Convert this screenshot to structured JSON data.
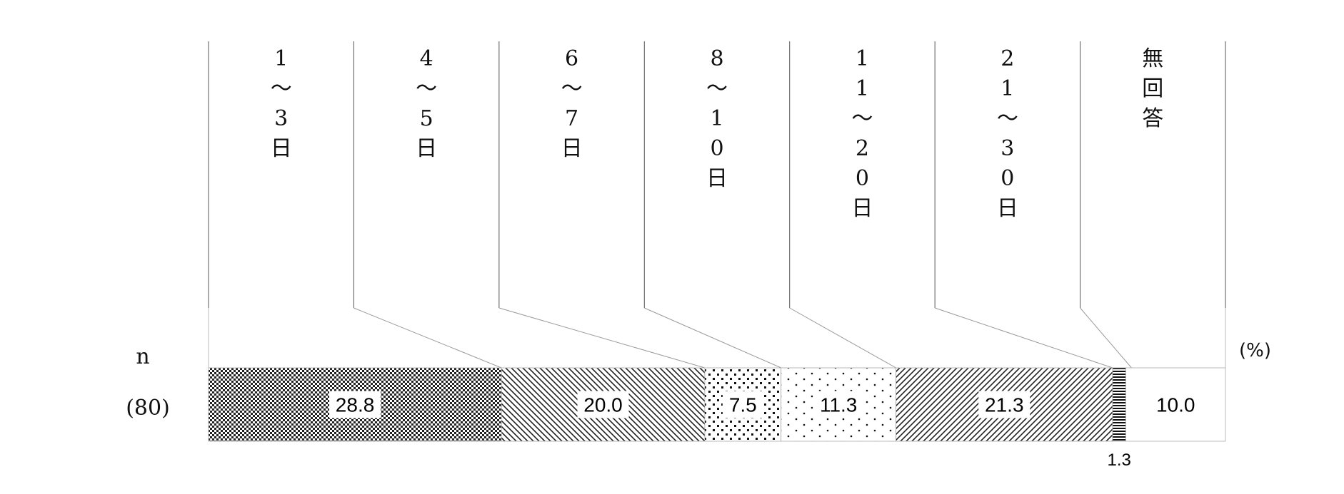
{
  "chart_data": {
    "type": "bar",
    "orientation": "horizontal-stacked-100",
    "n_header": "n",
    "unit": "(%)",
    "categories": [
      "1～3日",
      "4～5日",
      "6～7日",
      "8～10日",
      "11～20日",
      "21～30日",
      "無回答"
    ],
    "category_lines": [
      [
        "1",
        "〜",
        "3",
        "日"
      ],
      [
        "4",
        "〜",
        "5",
        "日"
      ],
      [
        "6",
        "〜",
        "7",
        "日"
      ],
      [
        "8",
        "〜",
        "1",
        "0",
        "日"
      ],
      [
        "1",
        "1",
        "〜",
        "2",
        "0",
        "日"
      ],
      [
        "2",
        "1",
        "〜",
        "3",
        "0",
        "日"
      ],
      [
        "無",
        "回",
        "答"
      ]
    ],
    "series": [
      {
        "n_label": "(80)",
        "values": [
          28.8,
          20.0,
          7.5,
          11.3,
          21.3,
          1.3,
          10.0
        ],
        "value_labels": [
          "28.8",
          "20.0",
          "7.5",
          "11.3",
          "21.3",
          "1.3",
          "10.0"
        ]
      }
    ],
    "xlim": [
      0,
      100
    ]
  }
}
